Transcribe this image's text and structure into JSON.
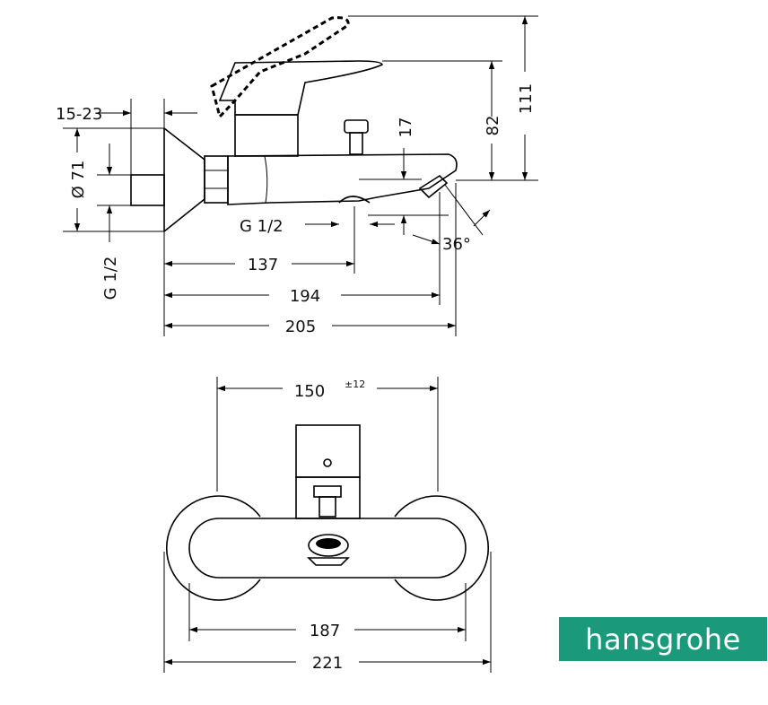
{
  "dimensions": {
    "range_15_23": "15-23",
    "dia_71": "Ø 71",
    "g12_left": "G 1/2",
    "g12_spout": "G 1/2",
    "d17": "17",
    "d82": "82",
    "d111": "111",
    "angle_36": "36°",
    "d137": "137",
    "d194": "194",
    "d205": "205",
    "d150": "150",
    "tol_12": "±12",
    "d187": "187",
    "d221": "221"
  },
  "brand": {
    "name": "hansgrohe",
    "color": "#1a9a7b"
  }
}
